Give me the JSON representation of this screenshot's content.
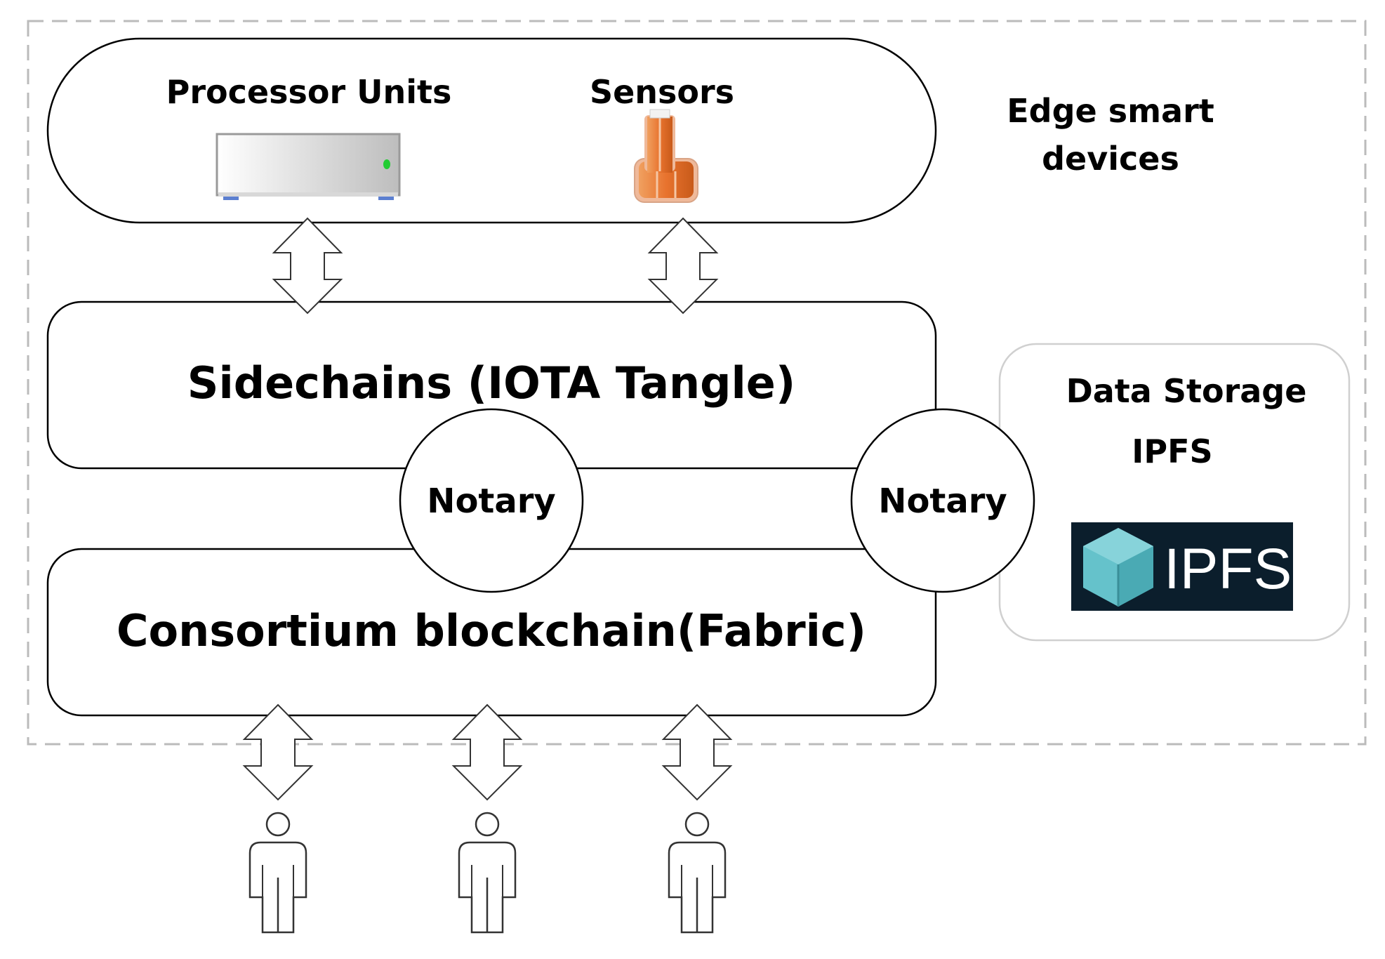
{
  "edge_devices": {
    "processor_label": "Processor Units",
    "sensors_label": "Sensors",
    "group_label_line1": "Edge smart",
    "group_label_line2": "devices"
  },
  "layers": {
    "sidechain_label": "Sidechains (IOTA Tangle)",
    "consortium_label": "Consortium blockchain(Fabric)"
  },
  "notaries": [
    {
      "label": "Notary"
    },
    {
      "label": "Notary"
    }
  ],
  "storage": {
    "title": "Data Storage",
    "subtitle": "IPFS",
    "logo_text": "IPFS"
  },
  "users": [
    {
      "icon": "person-icon"
    },
    {
      "icon": "person-icon"
    },
    {
      "icon": "person-icon"
    }
  ],
  "colors": {
    "border_dashed": "#bbbbbb",
    "sensor_orange": "#e8732e",
    "ipfs_logo_bg": "#0b1e2c",
    "ipfs_cube": "#65c2cb",
    "device_green_led": "#22cc33"
  }
}
